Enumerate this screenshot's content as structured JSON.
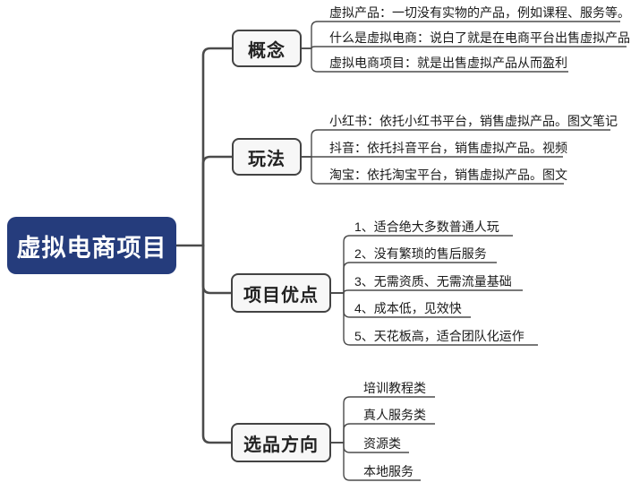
{
  "root": {
    "label": "虚拟电商项目"
  },
  "branches": [
    {
      "label": "概念",
      "items": [
        {
          "text": "虚拟产品：一切没有实物的产品，例如课程、服务等。"
        },
        {
          "text": "什么是虚拟电商：说白了就是在电商平台出售虚拟产品"
        },
        {
          "text": "虚拟电商项目：就是出售虚拟产品从而盈利"
        }
      ]
    },
    {
      "label": "玩法",
      "items": [
        {
          "text": "小红书：依托小红书平台，销售虚拟产品。图文笔记"
        },
        {
          "text": "抖音：依托抖音平台，销售虚拟产品。视频"
        },
        {
          "text": "淘宝：依托淘宝平台，销售虚拟产品。图文"
        }
      ]
    },
    {
      "label": "项目优点",
      "items": [
        {
          "text": "1、适合绝大多数普通人玩"
        },
        {
          "text": "2、没有繁琐的售后服务"
        },
        {
          "text": "3、无需资质、无需流量基础"
        },
        {
          "text": "4、成本低，见效快"
        },
        {
          "text": "5、天花板高，适合团队化运作"
        }
      ]
    },
    {
      "label": "选品方向",
      "items": [
        {
          "text": "培训教程类"
        },
        {
          "text": "真人服务类"
        },
        {
          "text": "资源类"
        },
        {
          "text": "本地服务"
        }
      ]
    }
  ],
  "colors": {
    "root_bg": "#253c7c",
    "root_text": "#ffffff",
    "node_bg": "#f7f7f7",
    "node_border": "#434343",
    "line": "#4b4b4b",
    "leaf_text": "#1a1a1a"
  }
}
